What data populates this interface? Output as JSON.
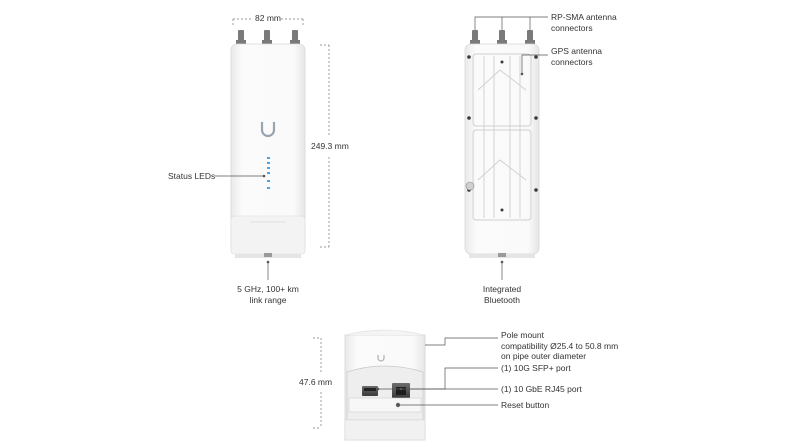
{
  "dimensions": {
    "width": "82 mm",
    "height": "249.3 mm",
    "depth": "47.6 mm"
  },
  "callouts": {
    "status_leds": "Status LEDs",
    "link_range": [
      "5 GHz, 100+ km",
      "link range"
    ],
    "bluetooth": [
      "Integrated",
      "Bluetooth"
    ],
    "rp_sma": [
      "RP-SMA antenna",
      "connectors"
    ],
    "gps": [
      "GPS antenna",
      "connectors"
    ],
    "pole_mount": [
      "Pole mount",
      "compatibility Ø25.4 to 50.8 mm",
      "on pipe outer diameter"
    ],
    "sfp_port": "(1) 10G SFP+ port",
    "rj45_port": "(1) 10 GbE RJ45 port",
    "reset_button": "Reset button"
  },
  "colors": {
    "led_blue": "#4da3e8",
    "device_white": "#f7f7f7",
    "line": "#555555"
  }
}
